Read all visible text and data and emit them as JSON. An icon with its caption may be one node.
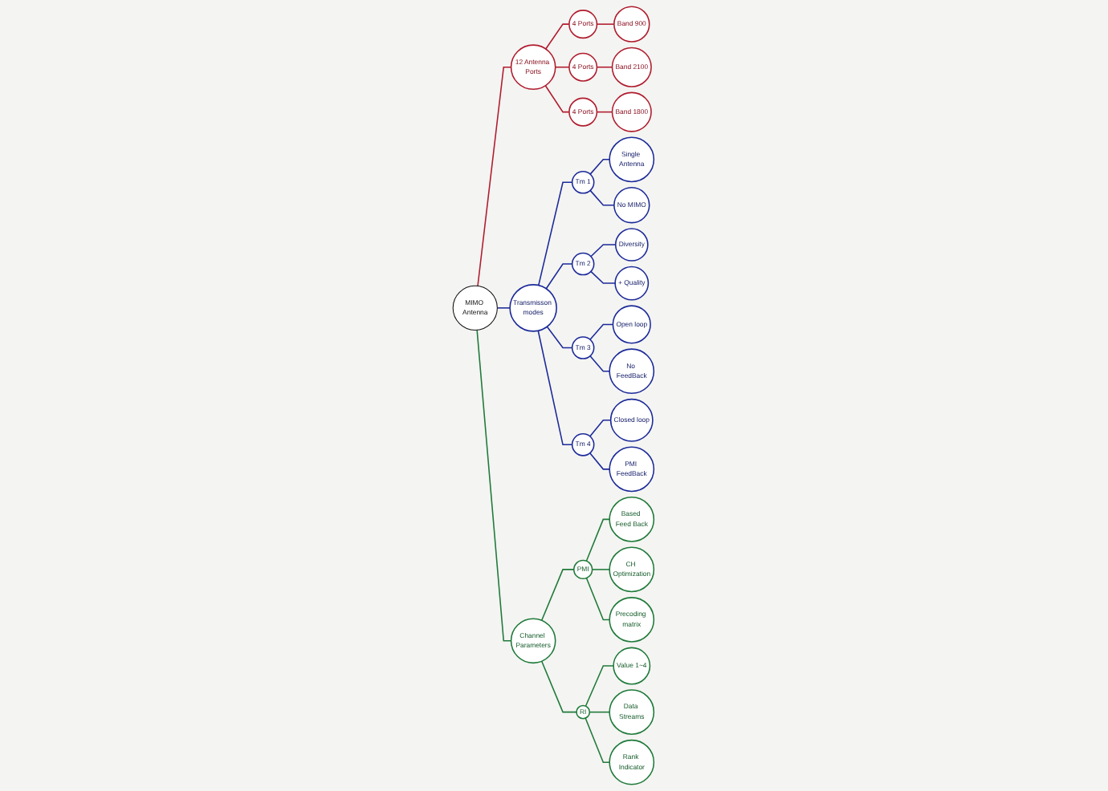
{
  "diagram": {
    "nodes": [
      {
        "text": [
          "MIMO Antenna"
        ]
      },
      {
        "text": [
          "12 Antenna Ports"
        ]
      },
      {
        "text": [
          "4 Ports"
        ]
      },
      {
        "text": [
          "Band 900"
        ]
      },
      {
        "text": [
          "4 Ports"
        ]
      },
      {
        "text": [
          "Band 2100"
        ]
      },
      {
        "text": [
          "4 Ports"
        ]
      },
      {
        "text": [
          "Band 1800"
        ]
      },
      {
        "text": [
          "Transmisson modes"
        ]
      },
      {
        "text": [
          "Tm 1"
        ]
      },
      {
        "text": [
          "Single Antenna"
        ]
      },
      {
        "text": [
          "No MIMO"
        ]
      },
      {
        "text": [
          "Tm 2"
        ]
      },
      {
        "text": [
          "Diversity"
        ]
      },
      {
        "text": [
          "+ Quality"
        ]
      },
      {
        "text": [
          "Tm 3"
        ]
      },
      {
        "text": [
          "Open loop"
        ]
      },
      {
        "text": [
          "No FeedBack"
        ]
      },
      {
        "text": [
          "Tm 4"
        ]
      },
      {
        "text": [
          "Closed loop"
        ]
      },
      {
        "text": [
          "PMI FeedBack"
        ]
      },
      {
        "text": [
          "Channel Parameters"
        ]
      },
      {
        "text": [
          "PMI"
        ]
      },
      {
        "text": [
          "Based Feed Back"
        ]
      },
      {
        "text": [
          "CH Optimization"
        ]
      },
      {
        "text": [
          "Precoding matrix"
        ]
      },
      {
        "text": [
          "RI"
        ]
      },
      {
        "text": [
          "Value 1~4"
        ]
      },
      {
        "text": [
          "Data Streams"
        ]
      },
      {
        "text": [
          "Rank Indicator"
        ]
      }
    ],
    "edges": [
      {
        "from": 0,
        "to": 1,
        "arrow": "none",
        "color": "#b01c2e"
      },
      {
        "from": 1,
        "to": 2,
        "arrow": "none",
        "color": "#b01c2e"
      },
      {
        "from": 2,
        "to": 3,
        "arrow": "none",
        "color": "#b01c2e"
      },
      {
        "from": 1,
        "to": 4,
        "arrow": "none",
        "color": "#b01c2e"
      },
      {
        "from": 4,
        "to": 5,
        "arrow": "none",
        "color": "#b01c2e"
      },
      {
        "from": 1,
        "to": 6,
        "arrow": "none",
        "color": "#b01c2e"
      },
      {
        "from": 6,
        "to": 7,
        "arrow": "none",
        "color": "#b01c2e"
      },
      {
        "from": 0,
        "to": 8,
        "arrow": "none"
      },
      {
        "from": 8,
        "to": 9,
        "arrow": "none"
      },
      {
        "from": 9,
        "to": 10,
        "arrow": "none"
      },
      {
        "from": 9,
        "to": 11,
        "arrow": "none"
      },
      {
        "from": 8,
        "to": 12,
        "arrow": "none"
      },
      {
        "from": 12,
        "to": 13,
        "arrow": "none"
      },
      {
        "from": 12,
        "to": 14,
        "arrow": "none"
      },
      {
        "from": 8,
        "to": 15,
        "arrow": "none"
      },
      {
        "from": 15,
        "to": 16,
        "arrow": "none"
      },
      {
        "from": 15,
        "to": 17,
        "arrow": "none"
      },
      {
        "from": 8,
        "to": 18,
        "arrow": "none"
      },
      {
        "from": 18,
        "to": 19,
        "arrow": "none"
      },
      {
        "from": 18,
        "to": 20,
        "arrow": "none"
      },
      {
        "from": 0,
        "to": 21,
        "arrow": "none",
        "color": "#1f7a3a"
      },
      {
        "from": 21,
        "to": 22,
        "arrow": "none",
        "color": "#1f7a3a"
      },
      {
        "from": 22,
        "to": 23,
        "arrow": "none",
        "color": "#1f7a3a"
      },
      {
        "from": 22,
        "to": 24,
        "arrow": "none",
        "color": "#1f7a3a"
      },
      {
        "from": 22,
        "to": 25,
        "arrow": "none",
        "color": "#1f7a3a"
      },
      {
        "from": 21,
        "to": 26,
        "arrow": "none",
        "color": "#1f7a3a"
      },
      {
        "from": 26,
        "to": 27,
        "arrow": "none",
        "color": "#1f7a3a"
      },
      {
        "from": 26,
        "to": 28,
        "arrow": "none",
        "color": "#1f7a3a"
      },
      {
        "from": 26,
        "to": 29,
        "arrow": "none",
        "color": "#1f7a3a"
      }
    ]
  }
}
